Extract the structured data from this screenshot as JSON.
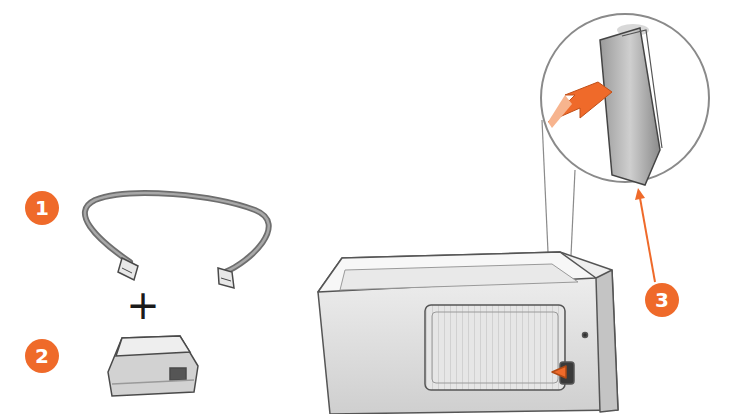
{
  "diagram": {
    "labels": [
      "1",
      "+",
      "2",
      "3"
    ]
  }
}
